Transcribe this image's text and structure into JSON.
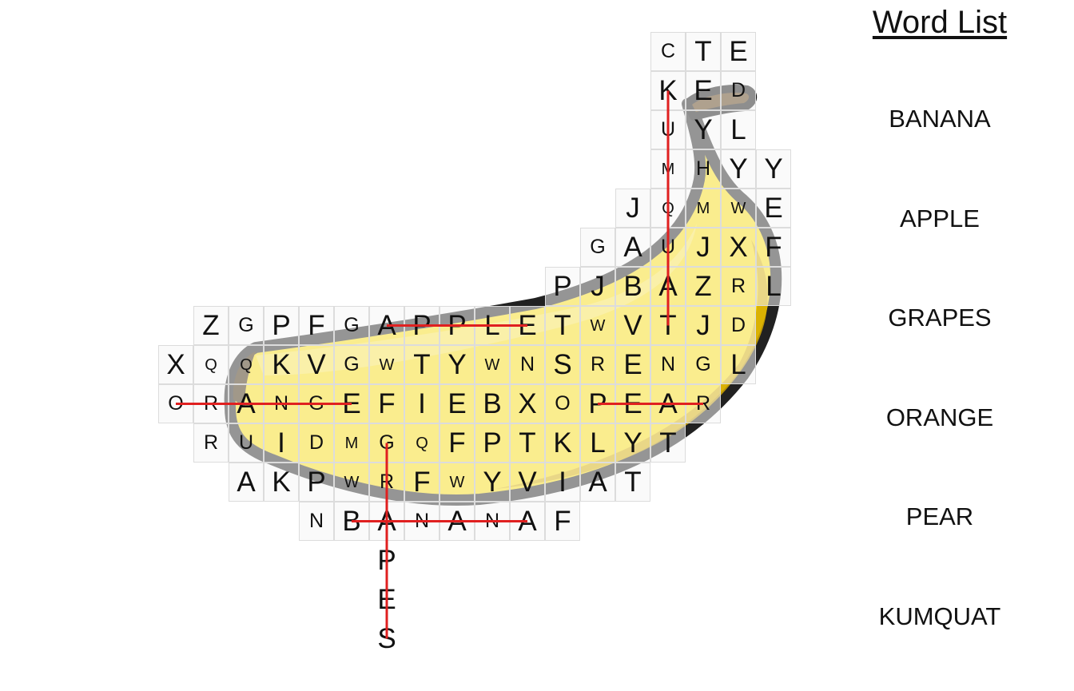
{
  "puzzle": {
    "grid": [
      {
        "row": 0,
        "start": 16,
        "letters": "CTE"
      },
      {
        "row": 1,
        "start": 16,
        "letters": "KED"
      },
      {
        "row": 2,
        "start": 16,
        "letters": "UYL"
      },
      {
        "row": 3,
        "start": 16,
        "letters": "MHYY"
      },
      {
        "row": 4,
        "start": 15,
        "letters": "JQMWE"
      },
      {
        "row": 5,
        "start": 14,
        "letters": "GAUJXF"
      },
      {
        "row": 6,
        "start": 13,
        "letters": "PJBAZRL"
      },
      {
        "row": 7,
        "start": 3,
        "letters": "ZGPFGAPPLETWVTJD"
      },
      {
        "row": 8,
        "start": 2,
        "letters": "XQQKVGWTYWNSRENGL"
      },
      {
        "row": 9,
        "start": 2,
        "letters": "ORANGEFIEBXOPEAR"
      },
      {
        "row": 10,
        "start": 3,
        "letters": "RUIDMGQFPTKLYT"
      },
      {
        "row": 11,
        "start": 4,
        "letters": "AKPWRFWYVIAT"
      },
      {
        "row": 12,
        "start": 6,
        "letters": "NBANANAF"
      },
      {
        "row": 13,
        "start": 8,
        "letters": "P",
        "tail": true
      },
      {
        "row": 14,
        "start": 8,
        "letters": "E",
        "tail": true
      },
      {
        "row": 15,
        "start": 8,
        "letters": "S",
        "tail": true
      }
    ],
    "found_words": [
      {
        "word": "APPLE",
        "start": [
          7,
          8
        ],
        "end": [
          7,
          12
        ]
      },
      {
        "word": "ORANGE",
        "start": [
          9,
          2
        ],
        "end": [
          9,
          7
        ]
      },
      {
        "word": "PEAR",
        "start": [
          9,
          14
        ],
        "end": [
          9,
          17
        ]
      },
      {
        "word": "BANANA",
        "start": [
          12,
          7
        ],
        "end": [
          12,
          12
        ]
      },
      {
        "word": "GRAPES",
        "start": [
          10,
          8
        ],
        "end": [
          15,
          8
        ]
      },
      {
        "word": "KUMQUAT",
        "start": [
          1,
          16
        ],
        "end": [
          7,
          16
        ]
      }
    ],
    "line_color": "#e02020",
    "banana_colors": {
      "fill": "#ffe000",
      "shadow": "#d4a800",
      "outline": "#111111",
      "stem": "#5a3a10"
    }
  },
  "word_list": {
    "title": "Word List",
    "words": [
      "BANANA",
      "APPLE",
      "GRAPES",
      "ORANGE",
      "PEAR",
      "KUMQUAT"
    ]
  }
}
